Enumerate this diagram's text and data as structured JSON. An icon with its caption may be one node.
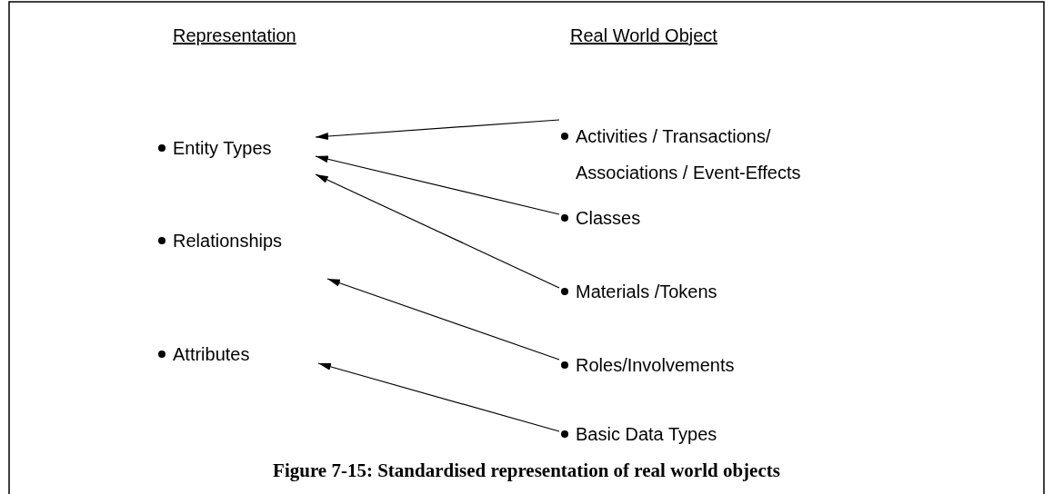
{
  "diagram": {
    "caption": "Figure 7-15: Standardised representation of real world objects",
    "nodes": [
      {
        "text": [
          "Entity Types"
        ]
      },
      {
        "text": [
          "Relationships"
        ]
      },
      {
        "text": [
          "Attributes"
        ]
      },
      {
        "text": [
          "Activities / Transactions/ Associations / Event-Effects"
        ]
      },
      {
        "text": [
          "Classes"
        ]
      },
      {
        "text": [
          "Materials /Tokens"
        ]
      },
      {
        "text": [
          "Roles/Involvements"
        ]
      },
      {
        "text": [
          "Basic Data Types"
        ]
      }
    ],
    "edges": [
      {
        "from": 3,
        "to": 0,
        "arrow": "to"
      },
      {
        "from": 4,
        "to": 0,
        "arrow": "to"
      },
      {
        "from": 5,
        "to": 0,
        "arrow": "to"
      },
      {
        "from": 6,
        "to": 1,
        "arrow": "to"
      },
      {
        "from": 7,
        "to": 2,
        "arrow": "to"
      }
    ],
    "labels": [
      "Representation",
      "Real World Object"
    ]
  }
}
